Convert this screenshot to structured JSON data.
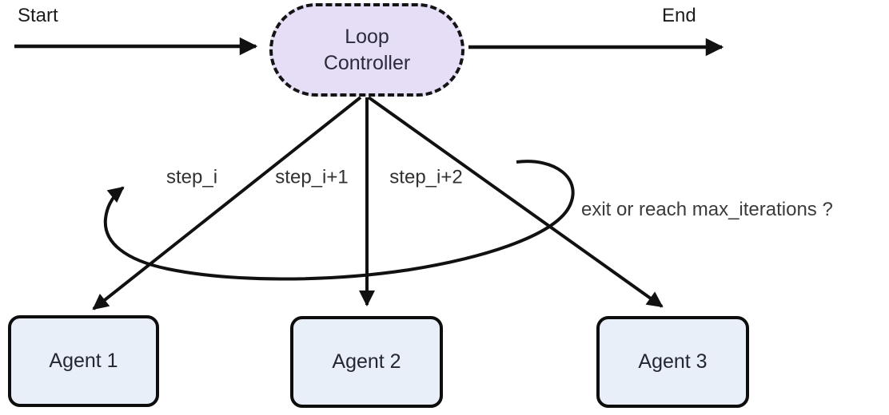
{
  "diagram": {
    "start": {
      "label": "Start"
    },
    "end": {
      "label": "End"
    },
    "loop_controller": {
      "line1": "Loop",
      "line2": "Controller"
    },
    "edge_labels": {
      "step_i": "step_i",
      "step_i1": "step_i+1",
      "step_i2": "step_i+2"
    },
    "loop_annotation": "exit or reach max_iterations ?",
    "agents": [
      {
        "label": "Agent 1"
      },
      {
        "label": "Agent 2"
      },
      {
        "label": "Agent 3"
      }
    ],
    "colors": {
      "loop_controller_fill": "#e6def7",
      "agent_fill": "#e9eff8",
      "line": "#111111"
    }
  }
}
